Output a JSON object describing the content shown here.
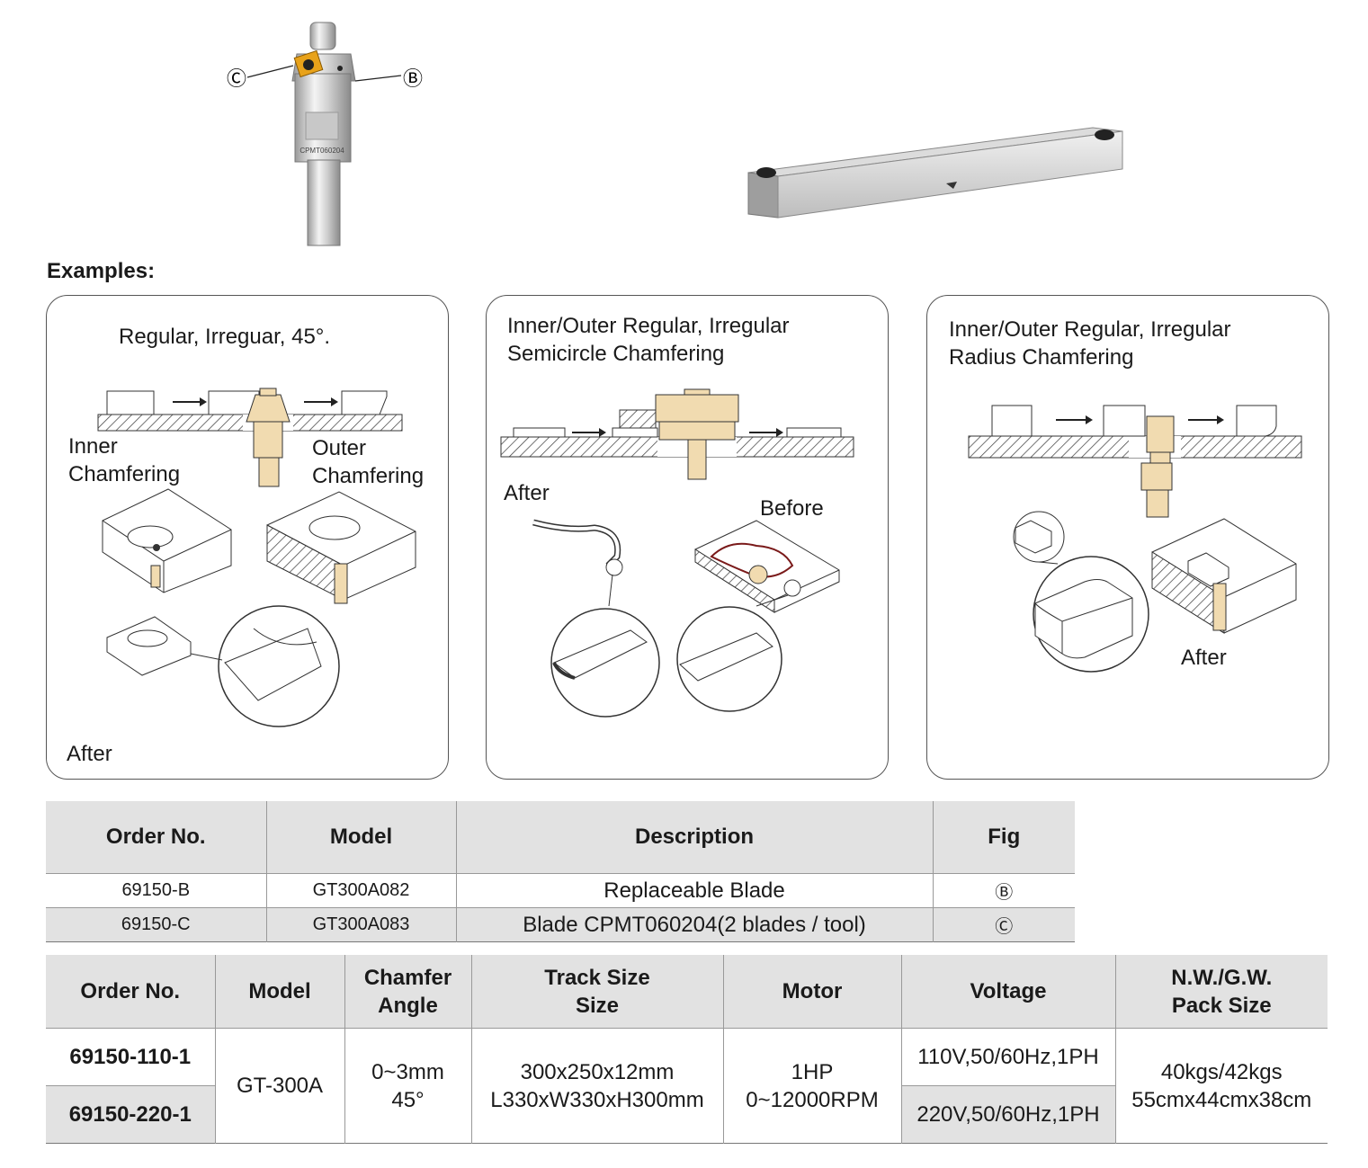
{
  "figure": {
    "tool_callouts": {
      "c": "Ⓒ",
      "b": "Ⓑ"
    },
    "tool_engraving": "CPMT060204"
  },
  "examples": {
    "heading": "Examples:",
    "panels": [
      {
        "title": "Regular, Irreguar, 45°.",
        "labels": {
          "inner": "Inner\nChamfering",
          "outer": "Outer\nChamfering",
          "after": "After"
        }
      },
      {
        "title": "Inner/Outer Regular, Irregular\nSemicircle Chamfering",
        "labels": {
          "after": "After",
          "before": "Before"
        }
      },
      {
        "title": "Inner/Outer Regular, Irregular\nRadius Chamfering",
        "labels": {
          "after": "After"
        }
      }
    ]
  },
  "parts_table": {
    "headers": [
      "Order No.",
      "Model",
      "Description",
      "Fig"
    ],
    "rows": [
      [
        "69150-B",
        "GT300A082",
        "Replaceable Blade",
        "Ⓑ"
      ],
      [
        "69150-C",
        "GT300A083",
        "Blade CPMT060204(2 blades / tool)",
        "Ⓒ"
      ]
    ]
  },
  "spec_table": {
    "headers": [
      "Order No.",
      "Model",
      "Chamfer\nAngle",
      "Track Size\nSize",
      "Motor",
      "Voltage",
      "N.W./G.W.\nPack Size"
    ],
    "order_nos": [
      "69150-110-1",
      "69150-220-1"
    ],
    "model": "GT-300A",
    "chamfer_angle": [
      "0~3mm",
      "45°"
    ],
    "track_size": [
      "300x250x12mm",
      "L330xW330xH300mm"
    ],
    "motor": [
      "1HP",
      "0~12000RPM"
    ],
    "voltages": [
      "110V,50/60Hz,1PH",
      "220V,50/60Hz,1PH"
    ],
    "weight_pack": [
      "40kgs/42kgs",
      "55cmx44cmx38cm"
    ]
  }
}
